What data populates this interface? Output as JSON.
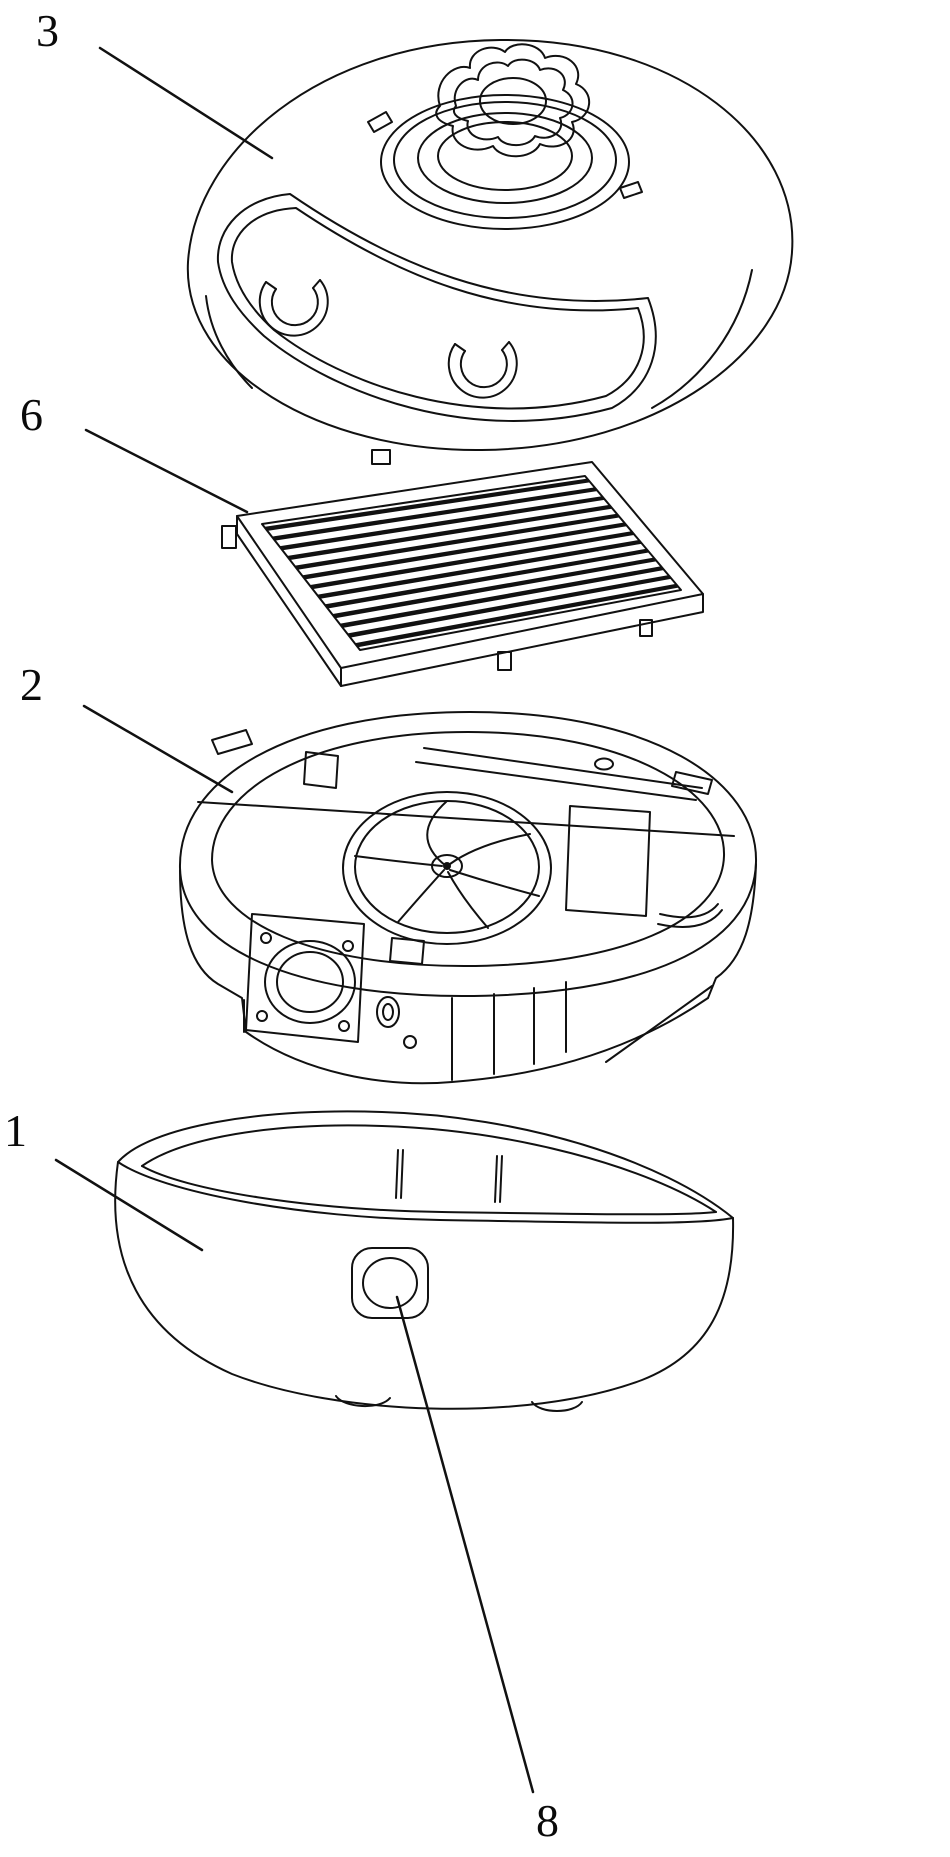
{
  "figure": {
    "background_color": "#ffffff",
    "line_color": "#111111",
    "labels": [
      {
        "text": "3"
      },
      {
        "text": "6"
      },
      {
        "text": "2"
      },
      {
        "text": "1"
      },
      {
        "text": "8"
      }
    ]
  }
}
